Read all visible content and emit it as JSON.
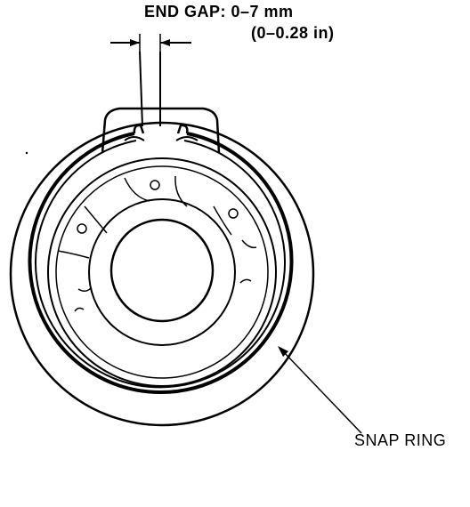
{
  "labels": {
    "end_gap": "END GAP: 0–7 mm",
    "end_gap_in": "(0–0.28 in)",
    "snap_ring": "SNAP RING"
  },
  "colors": {
    "ink": "#000000",
    "paper": "#ffffff"
  }
}
